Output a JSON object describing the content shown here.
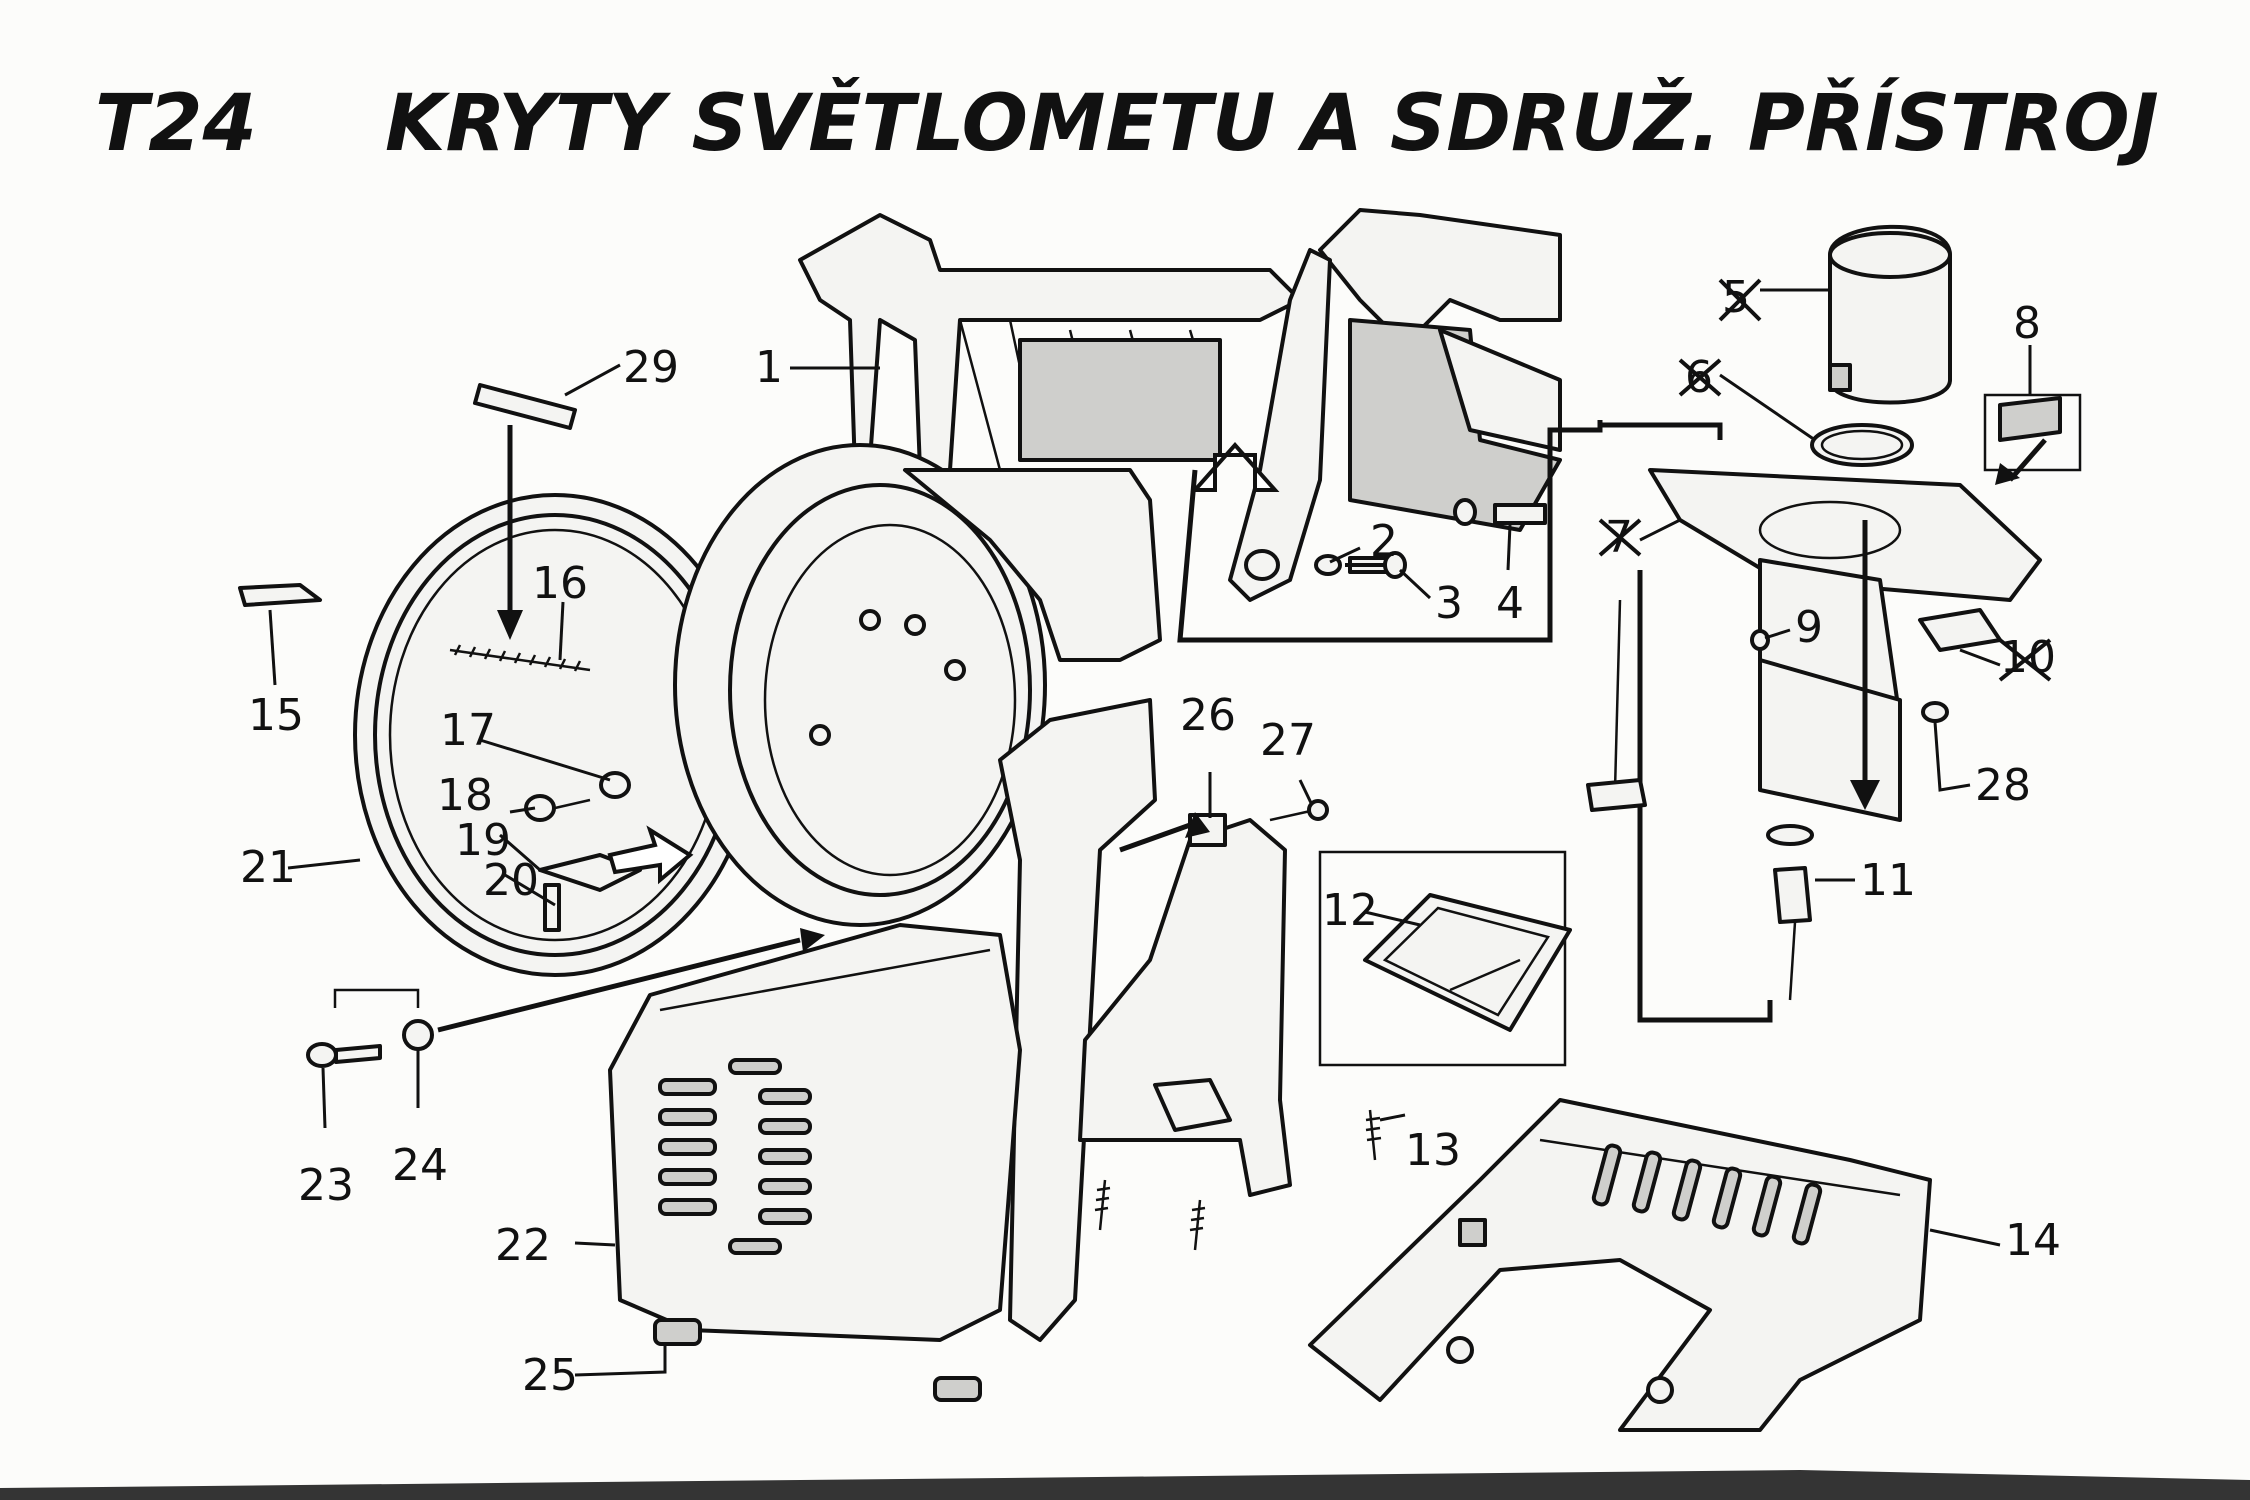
{
  "title": {
    "code": "T24",
    "text": "KRYTY SVĚTLOMETU A SDRUŽ. PŘÍSTROJ"
  },
  "labels": {
    "p1": "1",
    "p2": "2",
    "p3": "3",
    "p4": "4",
    "p5": "5",
    "p6": "6",
    "p7": "7",
    "p8": "8",
    "p9": "9",
    "p10": "10",
    "p11": "11",
    "p12": "12",
    "p13": "13",
    "p14": "14",
    "p15": "15",
    "p16": "16",
    "p17": "17",
    "p18": "18",
    "p19": "19",
    "p20": "20",
    "p21": "21",
    "p22": "22",
    "p23": "23",
    "p24": "24",
    "p25": "25",
    "p26": "26",
    "p27": "27",
    "p28": "28",
    "p29": "29"
  },
  "crossed_out_parts": [
    "5",
    "6",
    "7",
    "10"
  ]
}
